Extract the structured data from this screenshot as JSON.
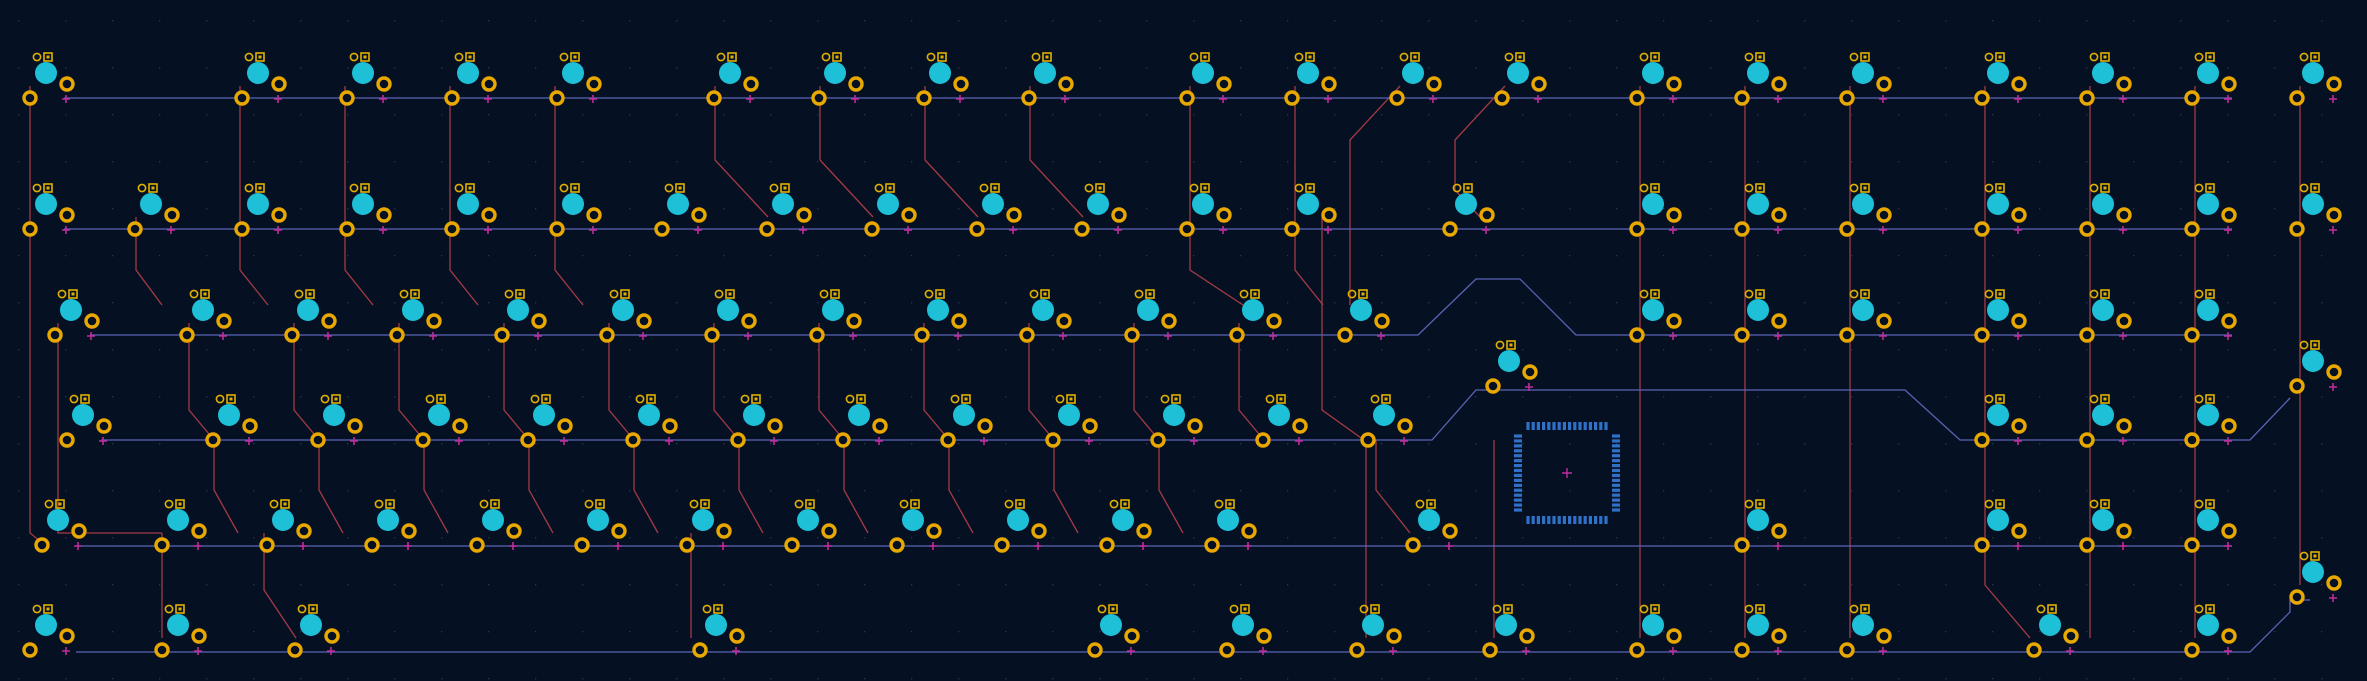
{
  "view": {
    "title": "",
    "background": "#051123"
  },
  "colors": {
    "column_trace": "#a53a44",
    "row_trace": "#5a63b4",
    "pad_copper": "#e8a800",
    "pad_hole": "#051123",
    "switch_pin": "#1ec0d8",
    "label_marker": "#e0b000",
    "diode_cross": "#c02c9c",
    "mcu_pins": "#2f70c8",
    "mcu_cross": "#c02c9c",
    "grid_dot": "#2c3550"
  },
  "layout_rows": [
    {
      "row": 1,
      "key_count": 22
    },
    {
      "row": 2,
      "key_count": 22
    },
    {
      "row": 3,
      "key_count": 19
    },
    {
      "row": 4,
      "key_count": 17
    },
    {
      "row": 5,
      "key_count": 17
    },
    {
      "row": 6,
      "key_count": 15
    }
  ],
  "components": {
    "switch_footprints": 112,
    "mcu": "QFP-64"
  },
  "icons": {
    "diode": "diode-marker-icon",
    "pad": "through-hole-pad-icon",
    "mcu": "qfp-chip-icon"
  }
}
